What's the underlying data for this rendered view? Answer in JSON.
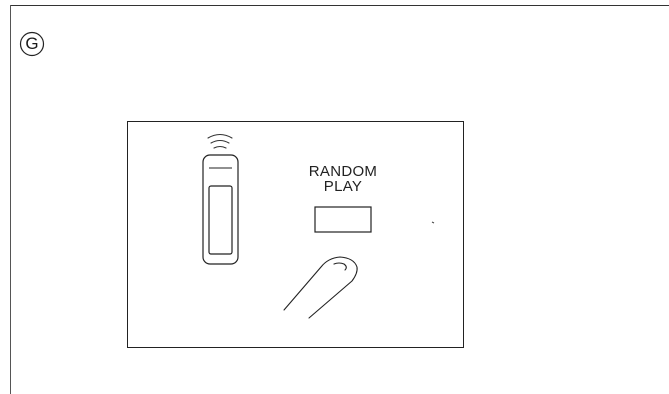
{
  "step": {
    "letter": "G"
  },
  "illustration": {
    "button_label_line1": "RANDOM",
    "button_label_line2": "PLAY",
    "icons": [
      "remote-control-icon",
      "signal-waves-icon",
      "finger-press-icon",
      "button-icon"
    ]
  }
}
